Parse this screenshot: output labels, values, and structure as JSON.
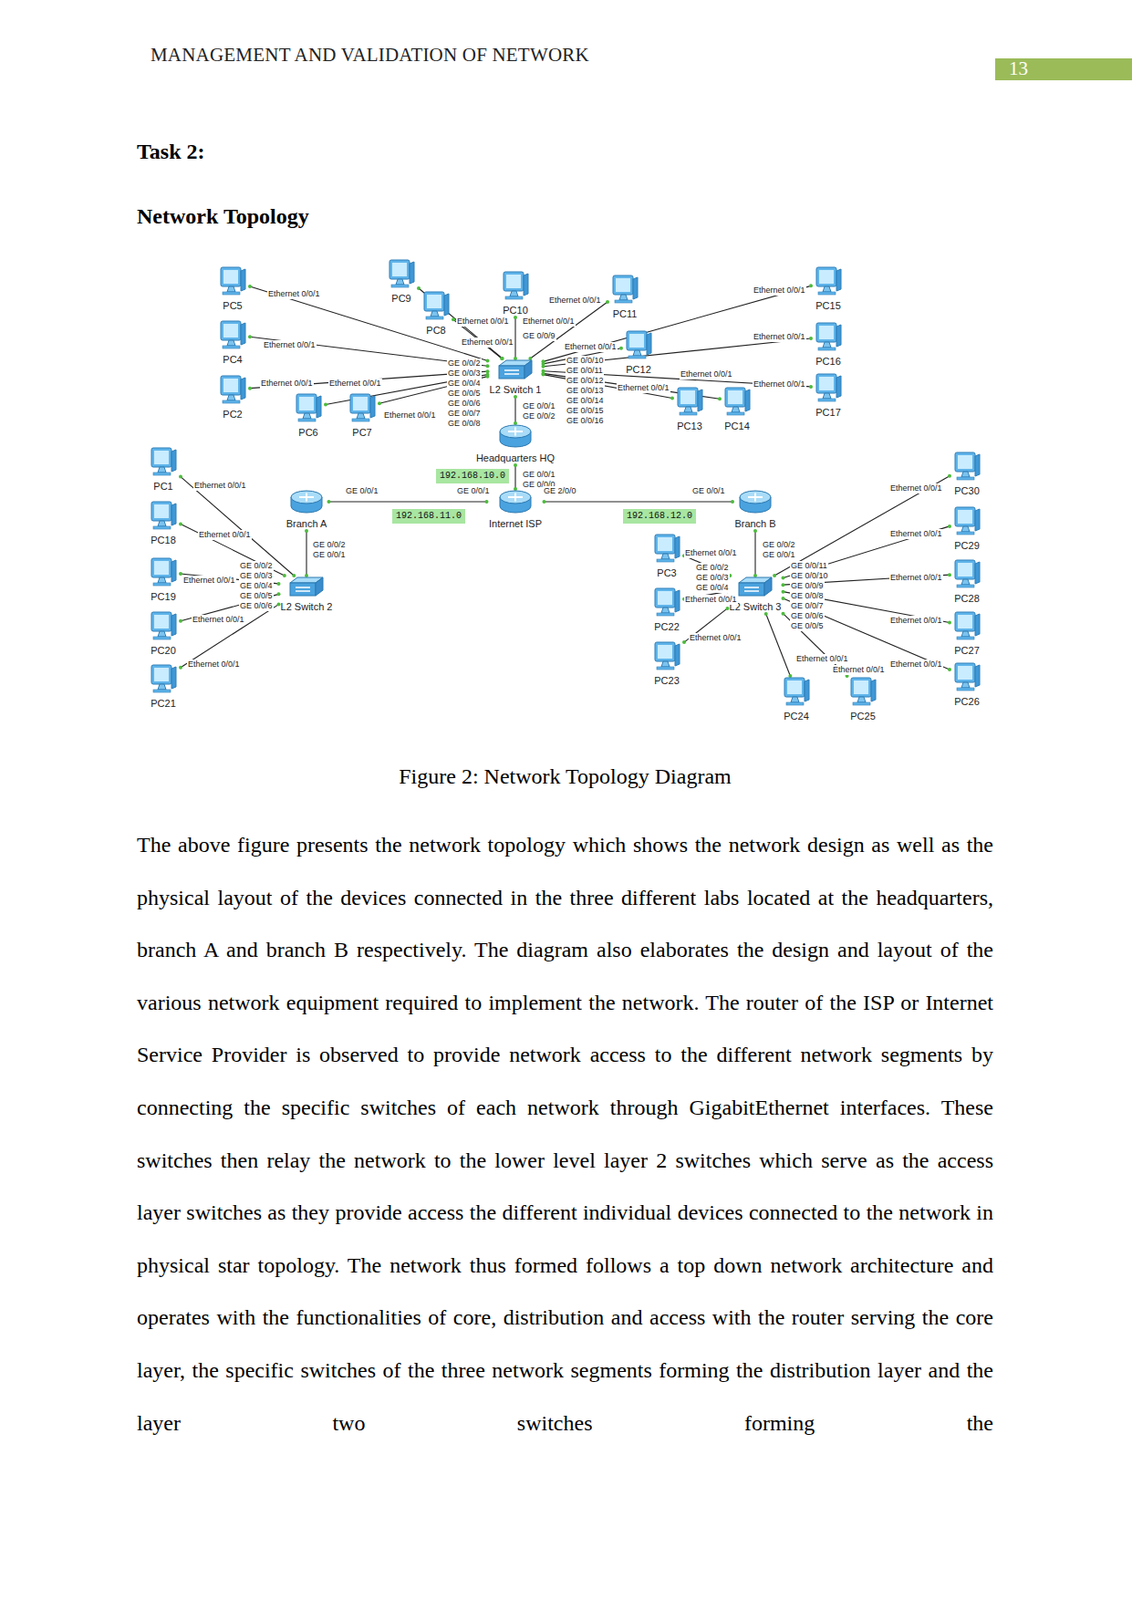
{
  "diagram": {
    "title": "Task 2:",
    "caption": "Figure 2: Network Topology Diagram",
    "nodes": [
      {
        "text": [
          "PC5"
        ]
      },
      {
        "text": [
          "PC9"
        ]
      },
      {
        "text": [
          "PC10"
        ]
      },
      {
        "text": [
          "PC11"
        ]
      },
      {
        "text": [
          "PC15"
        ]
      },
      {
        "text": [
          "PC4"
        ]
      },
      {
        "text": [
          "PC8"
        ]
      },
      {
        "text": [
          "L2 Switch 1"
        ]
      },
      {
        "text": [
          "PC12"
        ]
      },
      {
        "text": [
          "PC16"
        ]
      },
      {
        "text": [
          "PC2"
        ]
      },
      {
        "text": [
          "PC6"
        ]
      },
      {
        "text": [
          "PC7"
        ]
      },
      {
        "text": [
          "PC13"
        ]
      },
      {
        "text": [
          "PC14"
        ]
      },
      {
        "text": [
          "PC17"
        ]
      },
      {
        "text": [
          "Headquarters HQ"
        ]
      },
      {
        "text": [
          "PC1"
        ]
      },
      {
        "text": [
          "PC30"
        ]
      },
      {
        "text": [
          "Branch A"
        ]
      },
      {
        "text": [
          "Internet ISP"
        ]
      },
      {
        "text": [
          "Branch B"
        ]
      },
      {
        "text": [
          "PC18"
        ]
      },
      {
        "text": [
          "PC29"
        ]
      },
      {
        "text": [
          "PC3"
        ]
      },
      {
        "text": [
          "PC19"
        ]
      },
      {
        "text": [
          "L2 Switch 2"
        ]
      },
      {
        "text": [
          "L2 Switch 3"
        ]
      },
      {
        "text": [
          "PC28"
        ]
      },
      {
        "text": [
          "PC22"
        ]
      },
      {
        "text": [
          "PC20"
        ]
      },
      {
        "text": [
          "PC27"
        ]
      },
      {
        "text": [
          "PC23"
        ]
      },
      {
        "text": [
          "PC21"
        ]
      },
      {
        "text": [
          "PC24"
        ]
      },
      {
        "text": [
          "PC25"
        ]
      },
      {
        "text": [
          "PC26"
        ]
      }
    ],
    "edges": [
      {
        "from": 7,
        "to": 0,
        "label": "Ethernet 0/0/1",
        "arrow": "none"
      },
      {
        "from": 7,
        "to": 1,
        "label": "Ethernet 0/0/1",
        "arrow": "none"
      },
      {
        "from": 7,
        "to": 2,
        "label": "Ethernet 0/0/1",
        "arrow": "none"
      },
      {
        "from": 7,
        "to": 3,
        "label": "Ethernet 0/0/1",
        "arrow": "none"
      },
      {
        "from": 7,
        "to": 4,
        "label": "Ethernet 0/0/1",
        "arrow": "none"
      },
      {
        "from": 7,
        "to": 5,
        "label": "Ethernet 0/0/1",
        "arrow": "none"
      },
      {
        "from": 7,
        "to": 6,
        "label": "Ethernet 0/0/1",
        "arrow": "none"
      },
      {
        "from": 7,
        "to": 8,
        "label": "Ethernet 0/0/1",
        "arrow": "none"
      },
      {
        "from": 7,
        "to": 9,
        "label": "Ethernet 0/0/1",
        "arrow": "none"
      },
      {
        "from": 7,
        "to": 10,
        "label": "Ethernet 0/0/1",
        "arrow": "none"
      },
      {
        "from": 7,
        "to": 11,
        "label": "Ethernet 0/0/1",
        "arrow": "none"
      },
      {
        "from": 7,
        "to": 12,
        "label": "Ethernet 0/0/1",
        "arrow": "none"
      },
      {
        "from": 7,
        "to": 13,
        "label": "Ethernet 0/0/1",
        "arrow": "none"
      },
      {
        "from": 7,
        "to": 14,
        "label": "Ethernet 0/0/1",
        "arrow": "none"
      },
      {
        "from": 7,
        "to": 15,
        "label": "Ethernet 0/0/1",
        "arrow": "none"
      },
      {
        "from": 7,
        "to": 16,
        "label": "GE 0/0/1",
        "arrow": "none"
      },
      {
        "from": 16,
        "to": 20,
        "label": "GE 0/0/1",
        "arrow": "none"
      },
      {
        "from": 20,
        "to": 19,
        "label": "GE 0/0/1",
        "arrow": "none"
      },
      {
        "from": 20,
        "to": 21,
        "label": "GE 2/0/0",
        "arrow": "none"
      },
      {
        "from": 19,
        "to": 26,
        "label": "GE 0/0/2",
        "arrow": "none"
      },
      {
        "from": 26,
        "to": 17,
        "label": "Ethernet 0/0/1",
        "arrow": "none"
      },
      {
        "from": 26,
        "to": 22,
        "label": "Ethernet 0/0/1",
        "arrow": "none"
      },
      {
        "from": 26,
        "to": 25,
        "label": "Ethernet 0/0/1",
        "arrow": "none"
      },
      {
        "from": 26,
        "to": 30,
        "label": "Ethernet 0/0/1",
        "arrow": "none"
      },
      {
        "from": 26,
        "to": 33,
        "label": "Ethernet 0/0/1",
        "arrow": "none"
      },
      {
        "from": 21,
        "to": 27,
        "label": "GE 0/0/2",
        "arrow": "none"
      },
      {
        "from": 27,
        "to": 18,
        "label": "Ethernet 0/0/1",
        "arrow": "none"
      },
      {
        "from": 27,
        "to": 23,
        "label": "Ethernet 0/0/1",
        "arrow": "none"
      },
      {
        "from": 27,
        "to": 24,
        "label": "Ethernet 0/0/1",
        "arrow": "none"
      },
      {
        "from": 27,
        "to": 28,
        "label": "Ethernet 0/0/1",
        "arrow": "none"
      },
      {
        "from": 27,
        "to": 29,
        "label": "Ethernet 0/0/1",
        "arrow": "none"
      },
      {
        "from": 27,
        "to": 31,
        "label": "Ethernet 0/0/1",
        "arrow": "none"
      },
      {
        "from": 27,
        "to": 32,
        "label": "Ethernet 0/0/1",
        "arrow": "none"
      },
      {
        "from": 27,
        "to": 34,
        "label": "Ethernet 0/0/1",
        "arrow": "none"
      },
      {
        "from": 27,
        "to": 35,
        "label": "Ethernet 0/0/1",
        "arrow": "none"
      },
      {
        "from": 27,
        "to": 36,
        "label": "Ethernet 0/0/1",
        "arrow": "none"
      }
    ],
    "labels": [
      "MANAGEMENT AND VALIDATION OF NETWORK",
      "13",
      "Network Topology",
      "The above figure presents the network topology which shows the network design as well as the physical layout of the devices connected in the three different labs located at the headquarters, branch A and branch B respectively. The diagram also elaborates the design and layout of the various network equipment required to implement the network. The router of the ISP or Internet Service Provider is observed to provide network access to the different network segments by connecting the specific switches of each network through GigabitEthernet interfaces. These switches then relay the network to the lower level layer 2 switches which serve as the access layer switches as they provide access the different individual devices connected to the network in physical star topology. The network thus formed follows a top down network architecture and operates with the functionalities of core, distribution and access with the router serving the core layer, the specific switches of the three network segments forming the distribution layer and the layer two switches forming the",
      "192.168.10.0",
      "192.168.11.0",
      "192.168.12.0",
      "GE 0/0/2",
      "GE 0/0/0",
      "GE 0/0/1",
      "GE 0/0/1",
      "GE 0/0/1",
      "GE 0/0/1",
      "GE 0/0/2",
      "GE 0/0/3",
      "GE 0/0/4",
      "GE 0/0/5",
      "GE 0/0/6",
      "GE 0/0/7",
      "GE 0/0/8",
      "GE 0/0/9",
      "GE 0/0/10",
      "GE 0/0/11",
      "GE 0/0/12",
      "GE 0/0/13",
      "GE 0/0/14",
      "GE 0/0/15",
      "GE 0/0/16",
      "GE 0/0/2",
      "GE 0/0/3",
      "GE 0/0/4",
      "GE 0/0/5",
      "GE 0/0/6",
      "GE 0/0/2",
      "GE 0/0/3",
      "GE 0/0/4",
      "GE 0/0/11",
      "GE 0/0/10",
      "GE 0/0/9",
      "GE 0/0/8",
      "GE 0/0/7",
      "GE 0/0/6",
      "GE 0/0/5"
    ]
  }
}
